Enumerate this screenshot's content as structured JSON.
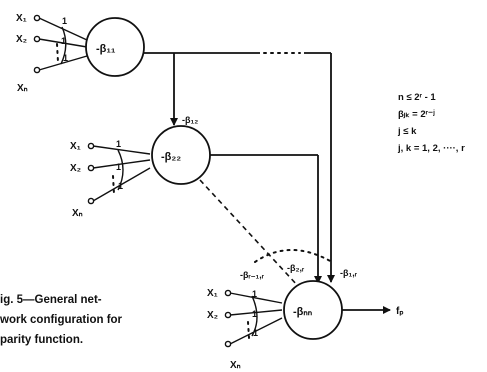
{
  "node1": {
    "label": "-β₁₁",
    "inputs": [
      "X₁",
      "X₂",
      "Xₙ"
    ],
    "weights": [
      "1",
      "1",
      "1"
    ]
  },
  "node2": {
    "label": "-β₂₂",
    "inputs": [
      "X₁",
      "X₂",
      "Xₙ"
    ],
    "weights": [
      "1",
      "1",
      "1"
    ]
  },
  "node3": {
    "label": "-βₙₙ",
    "inputs": [
      "X₁",
      "X₂",
      "Xₙ"
    ],
    "weights": [
      "1",
      "1",
      "1"
    ]
  },
  "edges": {
    "b12": "-β₁₂",
    "brr": "-βᵣ₋₁,ᵣ",
    "b2r": "-β₂,ᵣ",
    "b1r": "-β₁,ᵣ"
  },
  "output": "fₚ",
  "notes": [
    "n ≤ 2ʳ - 1",
    "βⱼₖ = 2ʳ⁻ʲ",
    "j ≤ k",
    "j, k = 1, 2, ····, r"
  ],
  "caption": [
    "ig. 5—General net-",
    "work configuration for",
    "parity function."
  ]
}
